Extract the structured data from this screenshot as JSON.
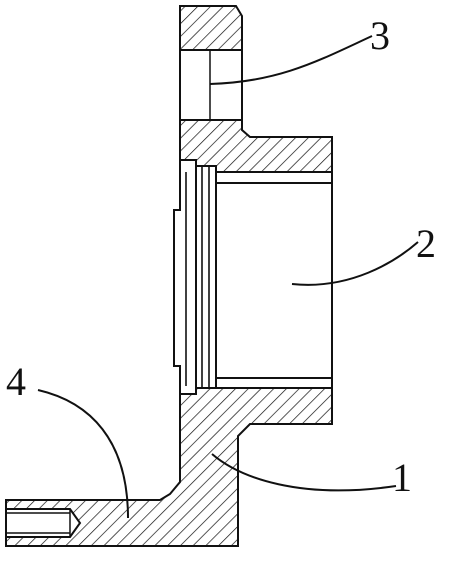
{
  "figure": {
    "labels": {
      "part_1": "1",
      "part_2": "2",
      "part_3": "3",
      "part_4": "4"
    },
    "colors": {
      "line": "#111111",
      "background": "#ffffff"
    }
  }
}
